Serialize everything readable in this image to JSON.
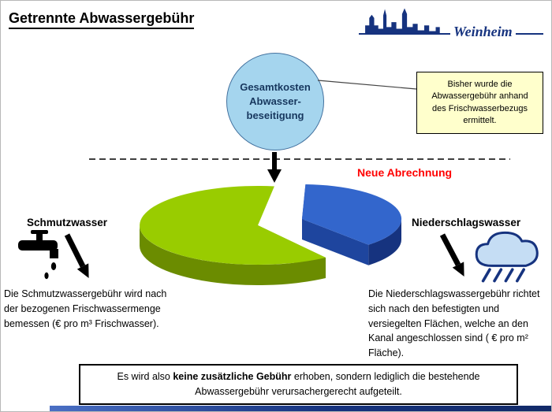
{
  "title": "Getrennte Abwassergebühr",
  "logo": {
    "text": "Weinheim"
  },
  "total_cost_bubble": {
    "line1": "Gesamtkosten",
    "line2": "Abwasser-",
    "line3": "beseitigung"
  },
  "note_box": {
    "text": "Bisher wurde die Abwassergebühr anhand des Frischwasserbezugs ermittelt."
  },
  "new_billing_label": "Neue Abrechnung",
  "left_branch": {
    "label": "Schmutzwasser",
    "description": "Die Schmutzwassergebühr wird nach der bezogenen Frischwassermenge bemessen (€ pro m³ Frischwasser)."
  },
  "right_branch": {
    "label": "Niederschlagswasser",
    "description": "Die Niederschlagswassergebühr richtet sich nach den befestigten und versiegelten Flächen, welche an den Kanal angeschlossen sind ( € pro m² Fläche)."
  },
  "footer": {
    "pre": "Es wird also ",
    "bold": "keine zusätzliche Gebühr",
    "post": " erhoben, sondern lediglich die bestehende Abwassergebühr verursachergerecht aufgeteilt."
  },
  "chart_data": {
    "type": "pie",
    "style": "3d-exploded",
    "slices": [
      {
        "label": "Schmutzwasser",
        "fraction": 0.62,
        "color": "#99CC00"
      },
      {
        "label": "Niederschlagswasser",
        "fraction": 0.38,
        "color": "#3366CC"
      }
    ]
  },
  "colors": {
    "bubble_fill": "#A5D5EE",
    "note_fill": "#FFFFCC",
    "highlight_red": "#FF0000",
    "brand_blue": "#16337F",
    "slice_green_top": "#99CC00",
    "slice_green_side": "#6B8C00",
    "slice_blue_top": "#3366CC",
    "slice_blue_side": "#16337F"
  }
}
